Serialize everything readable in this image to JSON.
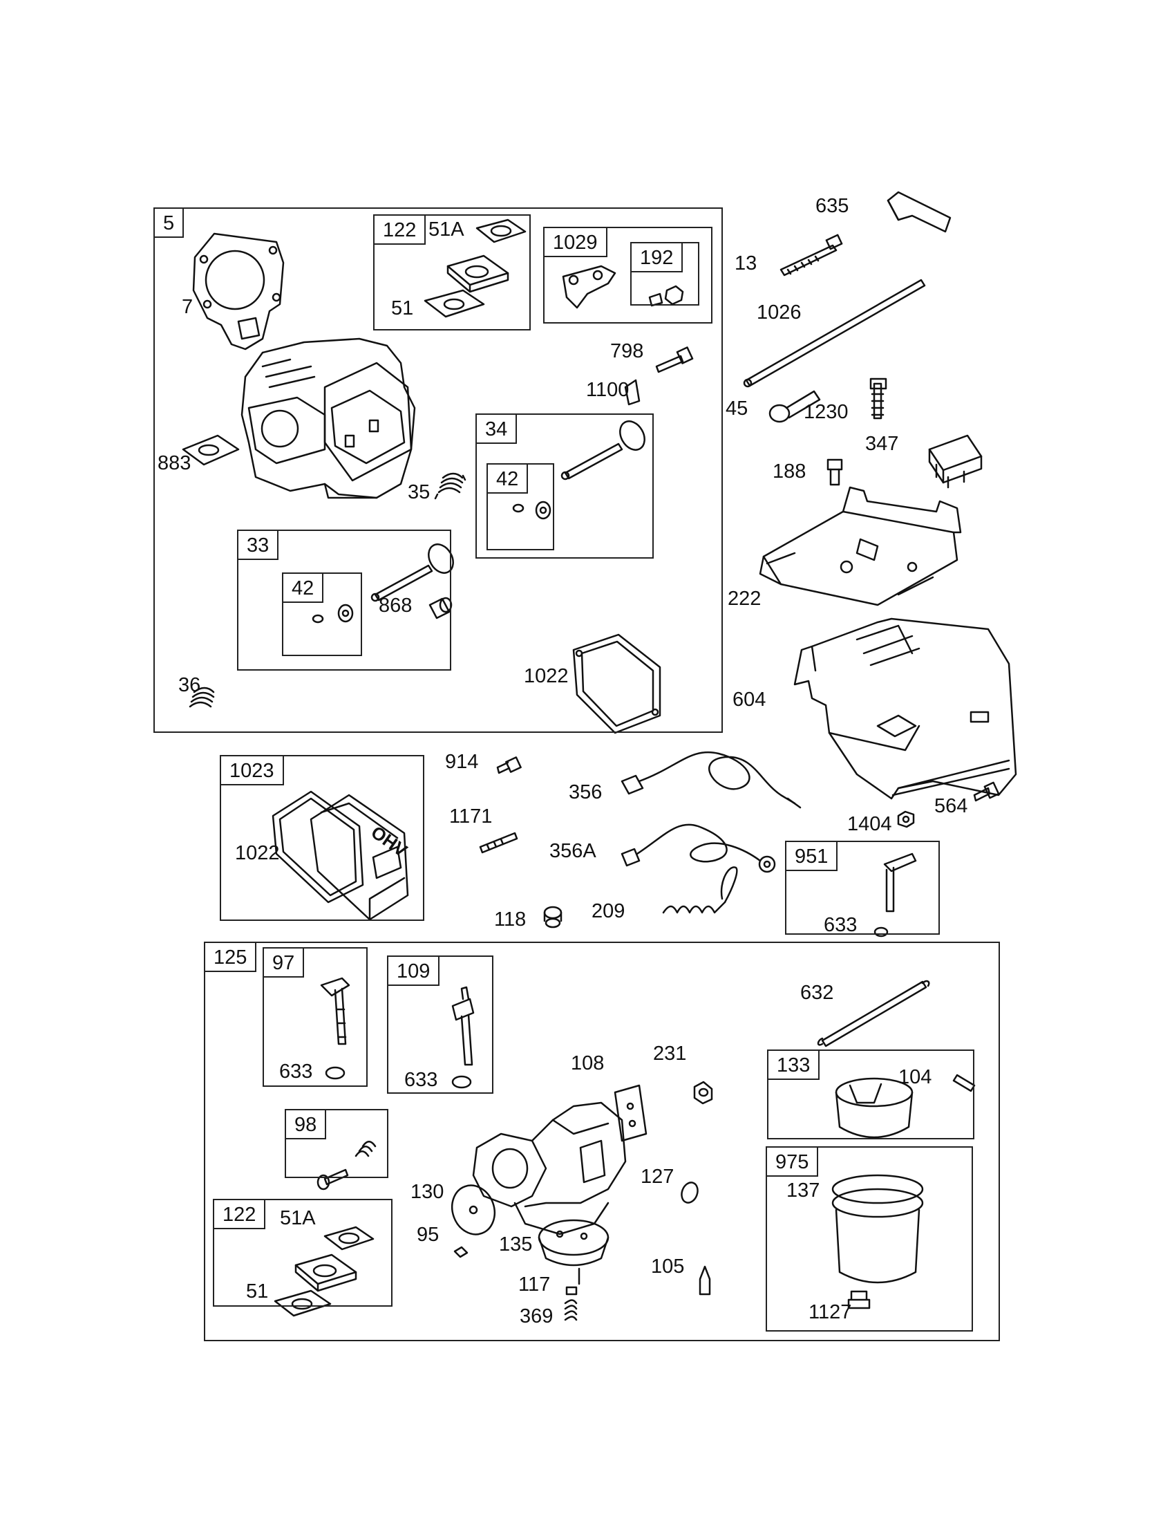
{
  "boxes": {
    "b5": "5",
    "b122a": "122",
    "b1029": "1029",
    "b192": "192",
    "b34": "34",
    "b42a": "42",
    "b33": "33",
    "b42b": "42",
    "b1023": "1023",
    "b951": "951",
    "b125": "125",
    "b97": "97",
    "b109": "109",
    "b98": "98",
    "b122b": "122",
    "b133": "133",
    "b975": "975"
  },
  "labels": {
    "l635": "635",
    "l13": "13",
    "l1026": "1026",
    "l45": "45",
    "l1230": "1230",
    "l347": "347",
    "l188": "188",
    "l222": "222",
    "l604": "604",
    "l564": "564",
    "l1404": "1404",
    "l7": "7",
    "l51A_a": "51A",
    "l51_a": "51",
    "l883": "883",
    "l798": "798",
    "l1100": "1100",
    "l35": "35",
    "l868": "868",
    "l1022a": "1022",
    "l36": "36",
    "l914": "914",
    "l356": "356",
    "l1171": "1171",
    "l356A": "356A",
    "l1022b": "1022",
    "l118": "118",
    "l209": "209",
    "l633a": "633",
    "l632": "632",
    "l633b": "633",
    "l633c": "633",
    "l108": "108",
    "l231": "231",
    "l104": "104",
    "l137": "137",
    "l127": "127",
    "l130": "130",
    "l51A_b": "51A",
    "l95": "95",
    "l135": "135",
    "l105": "105",
    "l51_b": "51",
    "l117": "117",
    "l369": "369",
    "l1127": "1127"
  },
  "cover_text": "OHV"
}
